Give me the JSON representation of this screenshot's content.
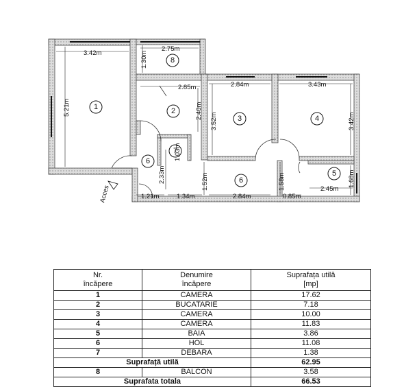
{
  "plan": {
    "rooms": [
      {
        "num": "1"
      },
      {
        "num": "2"
      },
      {
        "num": "3"
      },
      {
        "num": "4"
      },
      {
        "num": "5"
      },
      {
        "num": "6"
      },
      {
        "num": "6"
      },
      {
        "num": "7"
      },
      {
        "num": "8"
      }
    ],
    "dims": {
      "r1_w": "3.42m",
      "r1_h": "5.21m",
      "r8_w": "2.75m",
      "r8_h": "1.30m",
      "r2_w": "2.85m",
      "r2_h": "2.40m",
      "r3_w": "2.84m",
      "r3_h": "3.52m",
      "r4_w": "3.43m",
      "r4_h": "3.42m",
      "r7_h": "1.03m",
      "hall_h1": "2.33m",
      "hall_h2": "1.52m",
      "hall_h3": "1.58m",
      "r5_h": "1.68m",
      "r5_w": "2.45m",
      "b1": "1.21m",
      "b2": "1.34m",
      "b3": "2.84m",
      "b4": "0.85m"
    },
    "access_label": "Acces"
  },
  "table": {
    "header": {
      "nr": "Nr.\nîncăpere",
      "name": "Denumire\nîncăpere",
      "area": "Suprafața utilă\n[mp]"
    },
    "rows": [
      {
        "nr": "1",
        "name": "CAMERA",
        "area": "17.62"
      },
      {
        "nr": "2",
        "name": "BUCATARIE",
        "area": "7.18"
      },
      {
        "nr": "3",
        "name": "CAMERA",
        "area": "10.00"
      },
      {
        "nr": "4",
        "name": "CAMERA",
        "area": "11.83"
      },
      {
        "nr": "5",
        "name": "BAIA",
        "area": "3.86"
      },
      {
        "nr": "6",
        "name": "HOL",
        "area": "11.08"
      },
      {
        "nr": "7",
        "name": "DEBARA",
        "area": "1.38"
      }
    ],
    "subtotal": {
      "label": "Suprafață utilă",
      "area": "62.95"
    },
    "balcony": {
      "nr": "8",
      "name": "BALCON",
      "area": "3.58"
    },
    "total": {
      "label": "Suprafata totala",
      "area": "66.53"
    }
  }
}
